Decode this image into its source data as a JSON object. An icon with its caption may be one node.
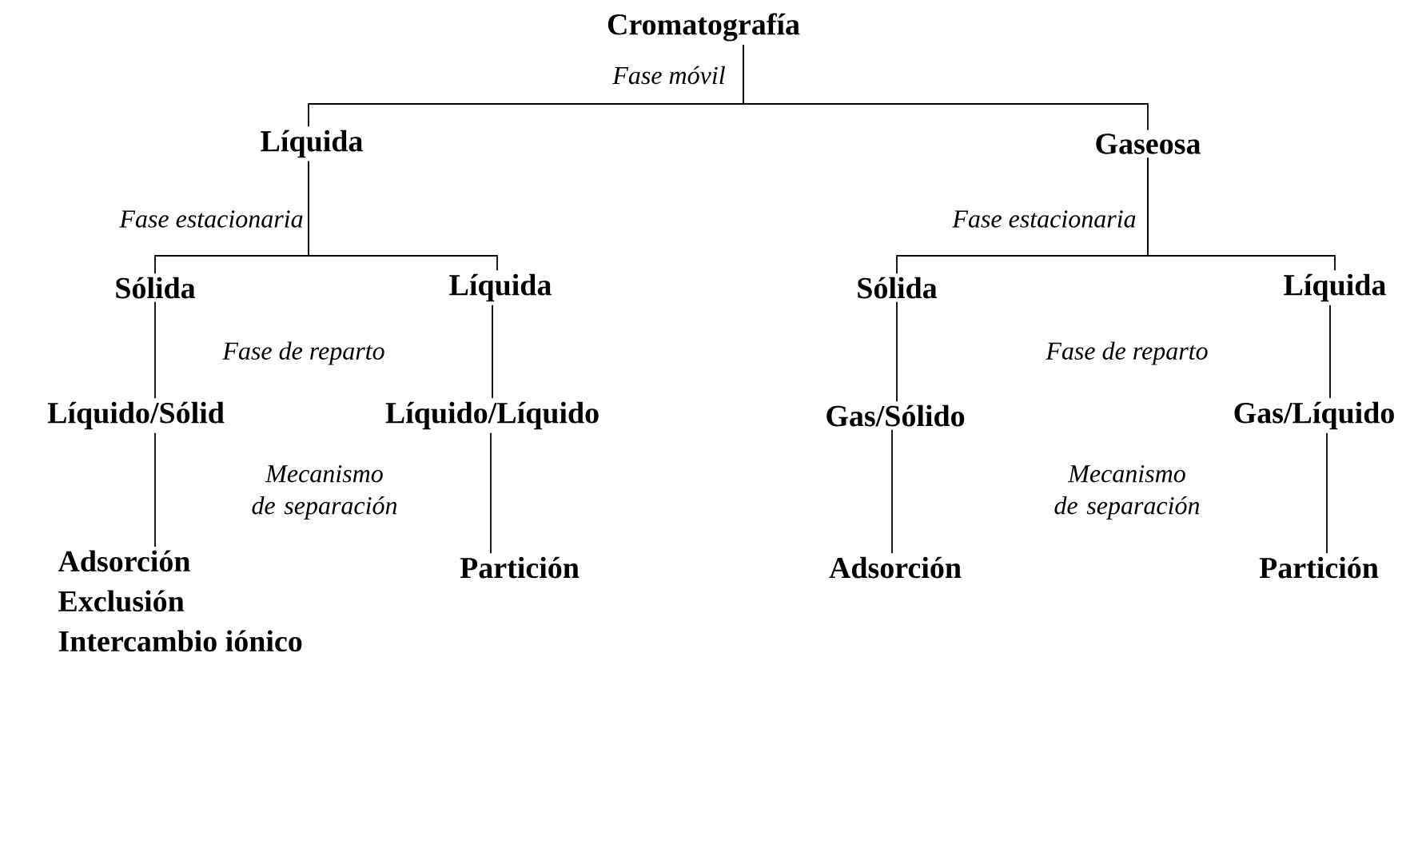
{
  "diagram": {
    "nodes": [
      {
        "text": [
          "Cromatografía"
        ]
      },
      {
        "text": [
          "Líquida"
        ]
      },
      {
        "text": [
          "Gaseosa"
        ]
      },
      {
        "text": [
          "Sólida"
        ]
      },
      {
        "text": [
          "Líquida"
        ]
      },
      {
        "text": [
          "Sólida"
        ]
      },
      {
        "text": [
          "Líquida"
        ]
      },
      {
        "text": [
          "Líquido/Sólid"
        ]
      },
      {
        "text": [
          "Líquido/Líquido"
        ]
      },
      {
        "text": [
          "Gas/Sólido"
        ]
      },
      {
        "text": [
          "Gas/Líquido"
        ]
      },
      {
        "text": [
          "Adsorción",
          "Exclusión",
          "Intercambio iónico"
        ]
      },
      {
        "text": [
          "Partición"
        ]
      },
      {
        "text": [
          "Adsorción"
        ]
      },
      {
        "text": [
          "Partición"
        ]
      }
    ],
    "edges": [
      {
        "from": 0,
        "to": 1,
        "arrow": "none"
      },
      {
        "from": 0,
        "to": 2,
        "arrow": "none"
      },
      {
        "from": 1,
        "to": 3,
        "arrow": "none"
      },
      {
        "from": 1,
        "to": 4,
        "arrow": "none"
      },
      {
        "from": 2,
        "to": 5,
        "arrow": "none"
      },
      {
        "from": 2,
        "to": 6,
        "arrow": "none"
      },
      {
        "from": 3,
        "to": 7,
        "arrow": "none"
      },
      {
        "from": 4,
        "to": 8,
        "arrow": "none"
      },
      {
        "from": 5,
        "to": 9,
        "arrow": "none"
      },
      {
        "from": 6,
        "to": 10,
        "arrow": "none"
      },
      {
        "from": 7,
        "to": 11,
        "arrow": "none"
      },
      {
        "from": 8,
        "to": 12,
        "arrow": "none"
      },
      {
        "from": 9,
        "to": 13,
        "arrow": "none"
      },
      {
        "from": 10,
        "to": 14,
        "arrow": "none"
      }
    ],
    "labels": [
      "Fase móvil",
      "Fase estacionaria",
      "Fase estacionaria",
      "Fase de reparto",
      "Fase de reparto",
      "Mecanismo de separación",
      "Mecanismo de separación"
    ]
  }
}
